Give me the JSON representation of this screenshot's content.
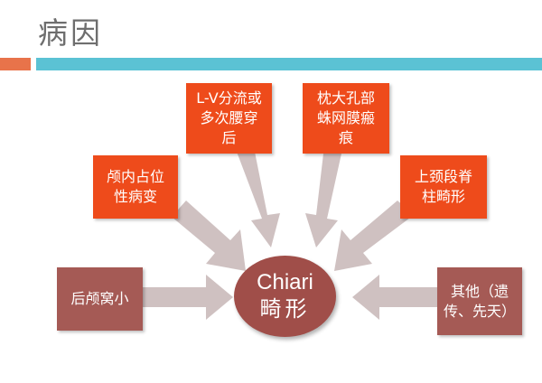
{
  "slide": {
    "title": "病因"
  },
  "diagram": {
    "center": {
      "line1": "Chiari",
      "line2": "畸形"
    },
    "nodes": [
      {
        "id": "posterior-fossa",
        "lines": [
          "后颅窝小"
        ]
      },
      {
        "id": "intracranial-mass",
        "lines": [
          "颅内占位",
          "性病变"
        ]
      },
      {
        "id": "lv-shunt",
        "lines": [
          "L-V分流或",
          "多次腰穿",
          "后"
        ]
      },
      {
        "id": "foramen-magnum",
        "lines": [
          "枕大孔部",
          "蛛网膜瘢",
          "痕"
        ]
      },
      {
        "id": "cervical-spine",
        "lines": [
          "上颈段脊",
          "柱畸形"
        ]
      },
      {
        "id": "other",
        "lines": [
          "其他（遗",
          "传、先天）"
        ]
      }
    ]
  },
  "colors": {
    "accent_orange": "#e8734a",
    "accent_teal": "#5bc2d4",
    "box_red": "#ee4b1b",
    "box_brown": "#a55a55",
    "center": "#a04e49",
    "arrow": "#cfc1c1"
  }
}
